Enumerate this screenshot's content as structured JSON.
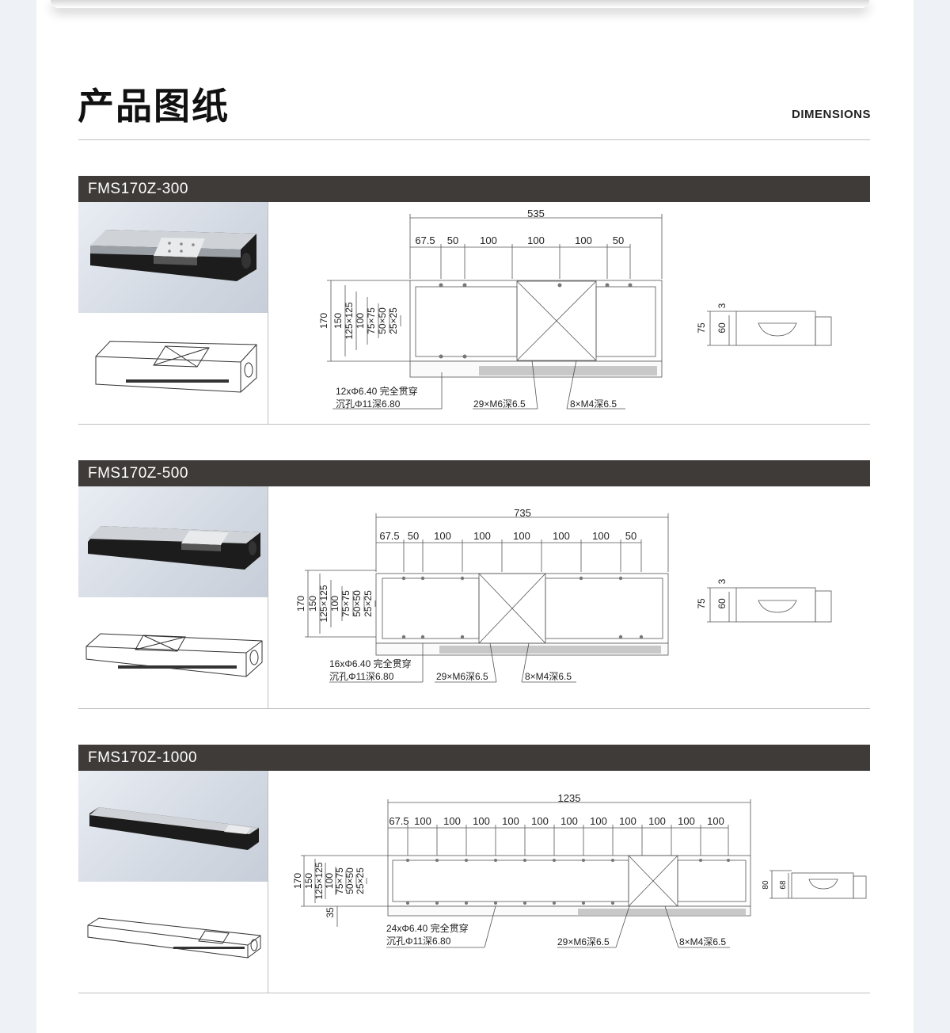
{
  "header": {
    "title": "产品图纸",
    "subtitle": "DIMENSIONS"
  },
  "sections": [
    {
      "model": "FMS170Z-300",
      "total_length": "535",
      "pitch_labels": [
        "67.5",
        "50",
        "100",
        "100",
        "100",
        "50"
      ],
      "height_labels": [
        "170",
        "150",
        "125×125",
        "100",
        "75×75",
        "50×50",
        "25×25"
      ],
      "side_labels": [
        "75",
        "60",
        "3"
      ],
      "callout_holes_1": "12xΦ6.40 完全贯穿",
      "callout_holes_2": "沉孔Φ11深6.80",
      "callout_m6": "29×M6深6.5",
      "callout_m4": "8×M4深6.5"
    },
    {
      "model": "FMS170Z-500",
      "total_length": "735",
      "pitch_labels": [
        "67.5",
        "50",
        "100",
        "100",
        "100",
        "100",
        "100",
        "50"
      ],
      "height_labels": [
        "170",
        "150",
        "125×125",
        "100",
        "75×75",
        "50×50",
        "25×25"
      ],
      "side_labels": [
        "75",
        "60",
        "3"
      ],
      "callout_holes_1": "16xΦ6.40 完全贯穿",
      "callout_holes_2": "沉孔Φ11深6.80",
      "callout_m6": "29×M6深6.5",
      "callout_m4": "8×M4深6.5"
    },
    {
      "model": "FMS170Z-1000",
      "total_length": "1235",
      "pitch_labels": [
        "67.5",
        "100",
        "100",
        "100",
        "100",
        "100",
        "100",
        "100",
        "100",
        "100",
        "100",
        "100"
      ],
      "height_labels": [
        "170",
        "150",
        "125×125",
        "100",
        "75×75",
        "50×50",
        "25×25",
        "35"
      ],
      "side_labels": [
        "80",
        "68"
      ],
      "callout_holes_1": "24xΦ6.40 完全贯穿",
      "callout_holes_2": "沉孔Φ11深6.80",
      "callout_m6": "29×M6深6.5",
      "callout_m4": "8×M4深6.5"
    }
  ]
}
